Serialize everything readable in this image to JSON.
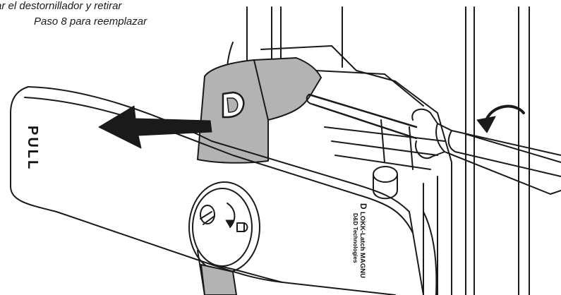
{
  "instructions": {
    "line1": "ar el destornillador y retirar",
    "line2": "Paso 8 para reemplazar"
  },
  "handle": {
    "pull_label": "PULL",
    "brand_badge": "D",
    "brand_text_line1": "LOKK-Latch MAGNU",
    "brand_text_line2": "D&D Technologies"
  },
  "colors": {
    "outline": "#1a1a1a",
    "shade": "#b3b3b3",
    "paper": "#ffffff"
  }
}
